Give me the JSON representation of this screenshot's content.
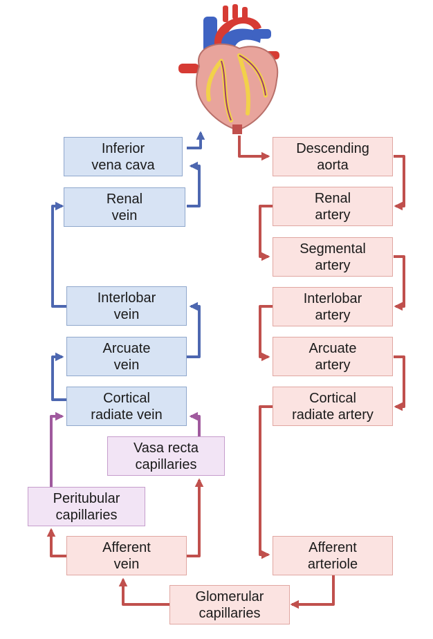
{
  "colors": {
    "vein_line": "#4d67b0",
    "artery_line": "#c0504d",
    "capillary_line": "#a05a9e",
    "vein_fill": "#d7e3f4",
    "artery_fill": "#fbe3e1",
    "capillary_fill": "#f2e4f5"
  },
  "icons": {
    "heart": "heart-icon"
  },
  "boxes": {
    "inferior_vena_cava": "Inferior\nvena cava",
    "renal_vein": "Renal\nvein",
    "interlobar_vein": "Interlobar\nvein",
    "arcuate_vein": "Arcuate\nvein",
    "cortical_radiate_vein": "Cortical\nradiate vein",
    "vasa_recta_capillaries": "Vasa recta\ncapillaries",
    "peritubular_capillaries": "Peritubular\ncapillaries",
    "afferent_vein": "Afferent\nvein",
    "glomerular_capillaries": "Glomerular\ncapillaries",
    "descending_aorta": "Descending\naorta",
    "renal_artery": "Renal\nartery",
    "segmental_artery": "Segmental\nartery",
    "interlobar_artery": "Interlobar\nartery",
    "arcuate_artery": "Arcuate\nartery",
    "cortical_radiate_artery": "Cortical\nradiate artery",
    "afferent_arteriole": "Afferent\narteriole"
  }
}
